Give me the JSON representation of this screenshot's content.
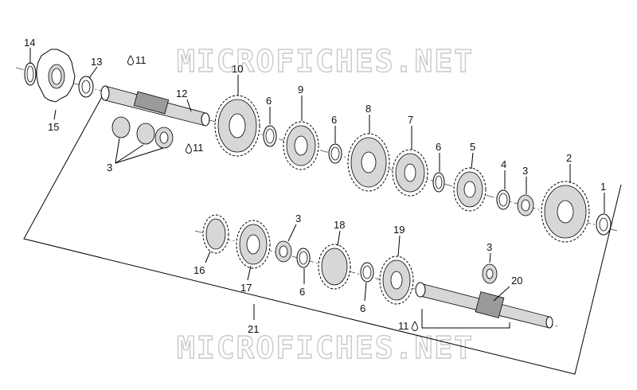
{
  "watermark": {
    "top": "MICROFICHES.NET",
    "bottom": "MICROFICHES.NET"
  },
  "callouts": {
    "c1": "1",
    "c2": "2",
    "c3a": "3",
    "c3b": "3",
    "c3c": "3",
    "c3d": "3",
    "c4": "4",
    "c5": "5",
    "c6a": "6",
    "c6b": "6",
    "c6c": "6",
    "c6d": "6",
    "c6e": "6",
    "c7": "7",
    "c8": "8",
    "c9": "9",
    "c10": "10",
    "c11a": "11",
    "c11b": "11",
    "c11c": "11",
    "c12": "12",
    "c13": "13",
    "c14": "14",
    "c15": "15",
    "c16": "16",
    "c17": "17",
    "c18": "18",
    "c19": "19",
    "c20": "20",
    "c21": "21"
  },
  "icons": {
    "oil_drop": "oil-drop-icon"
  }
}
